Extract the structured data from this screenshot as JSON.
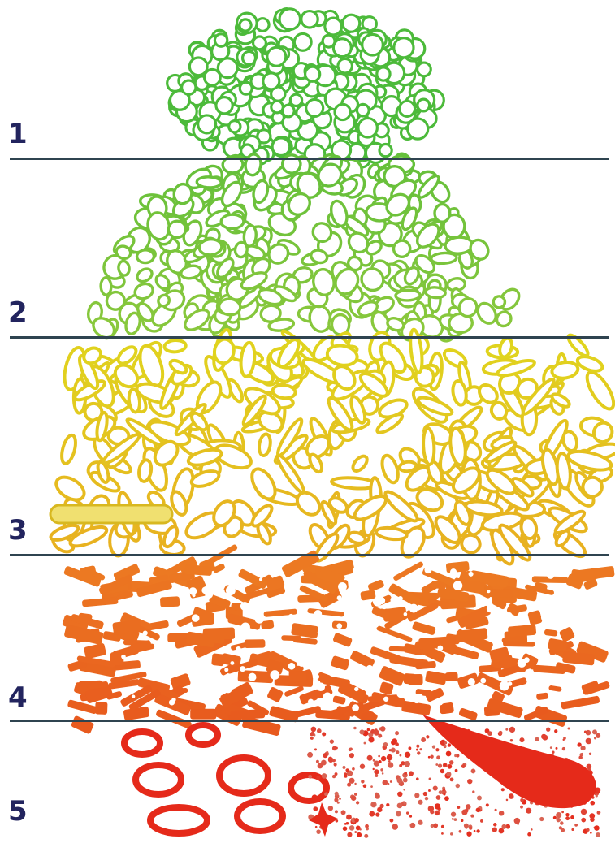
{
  "grades": [
    {
      "label": "1",
      "color": "#4cba3a"
    },
    {
      "label": "2",
      "color": "#8ac83c"
    },
    {
      "label": "3",
      "color": "#e0d41e"
    },
    {
      "label": "4",
      "color": "#ec7a22"
    },
    {
      "label": "5",
      "color": "#e52a1a"
    }
  ],
  "colors": {
    "label_text": "#22245e",
    "divider": "#2f4450",
    "outline": "#5a6a3a",
    "background": "#ffffff"
  }
}
